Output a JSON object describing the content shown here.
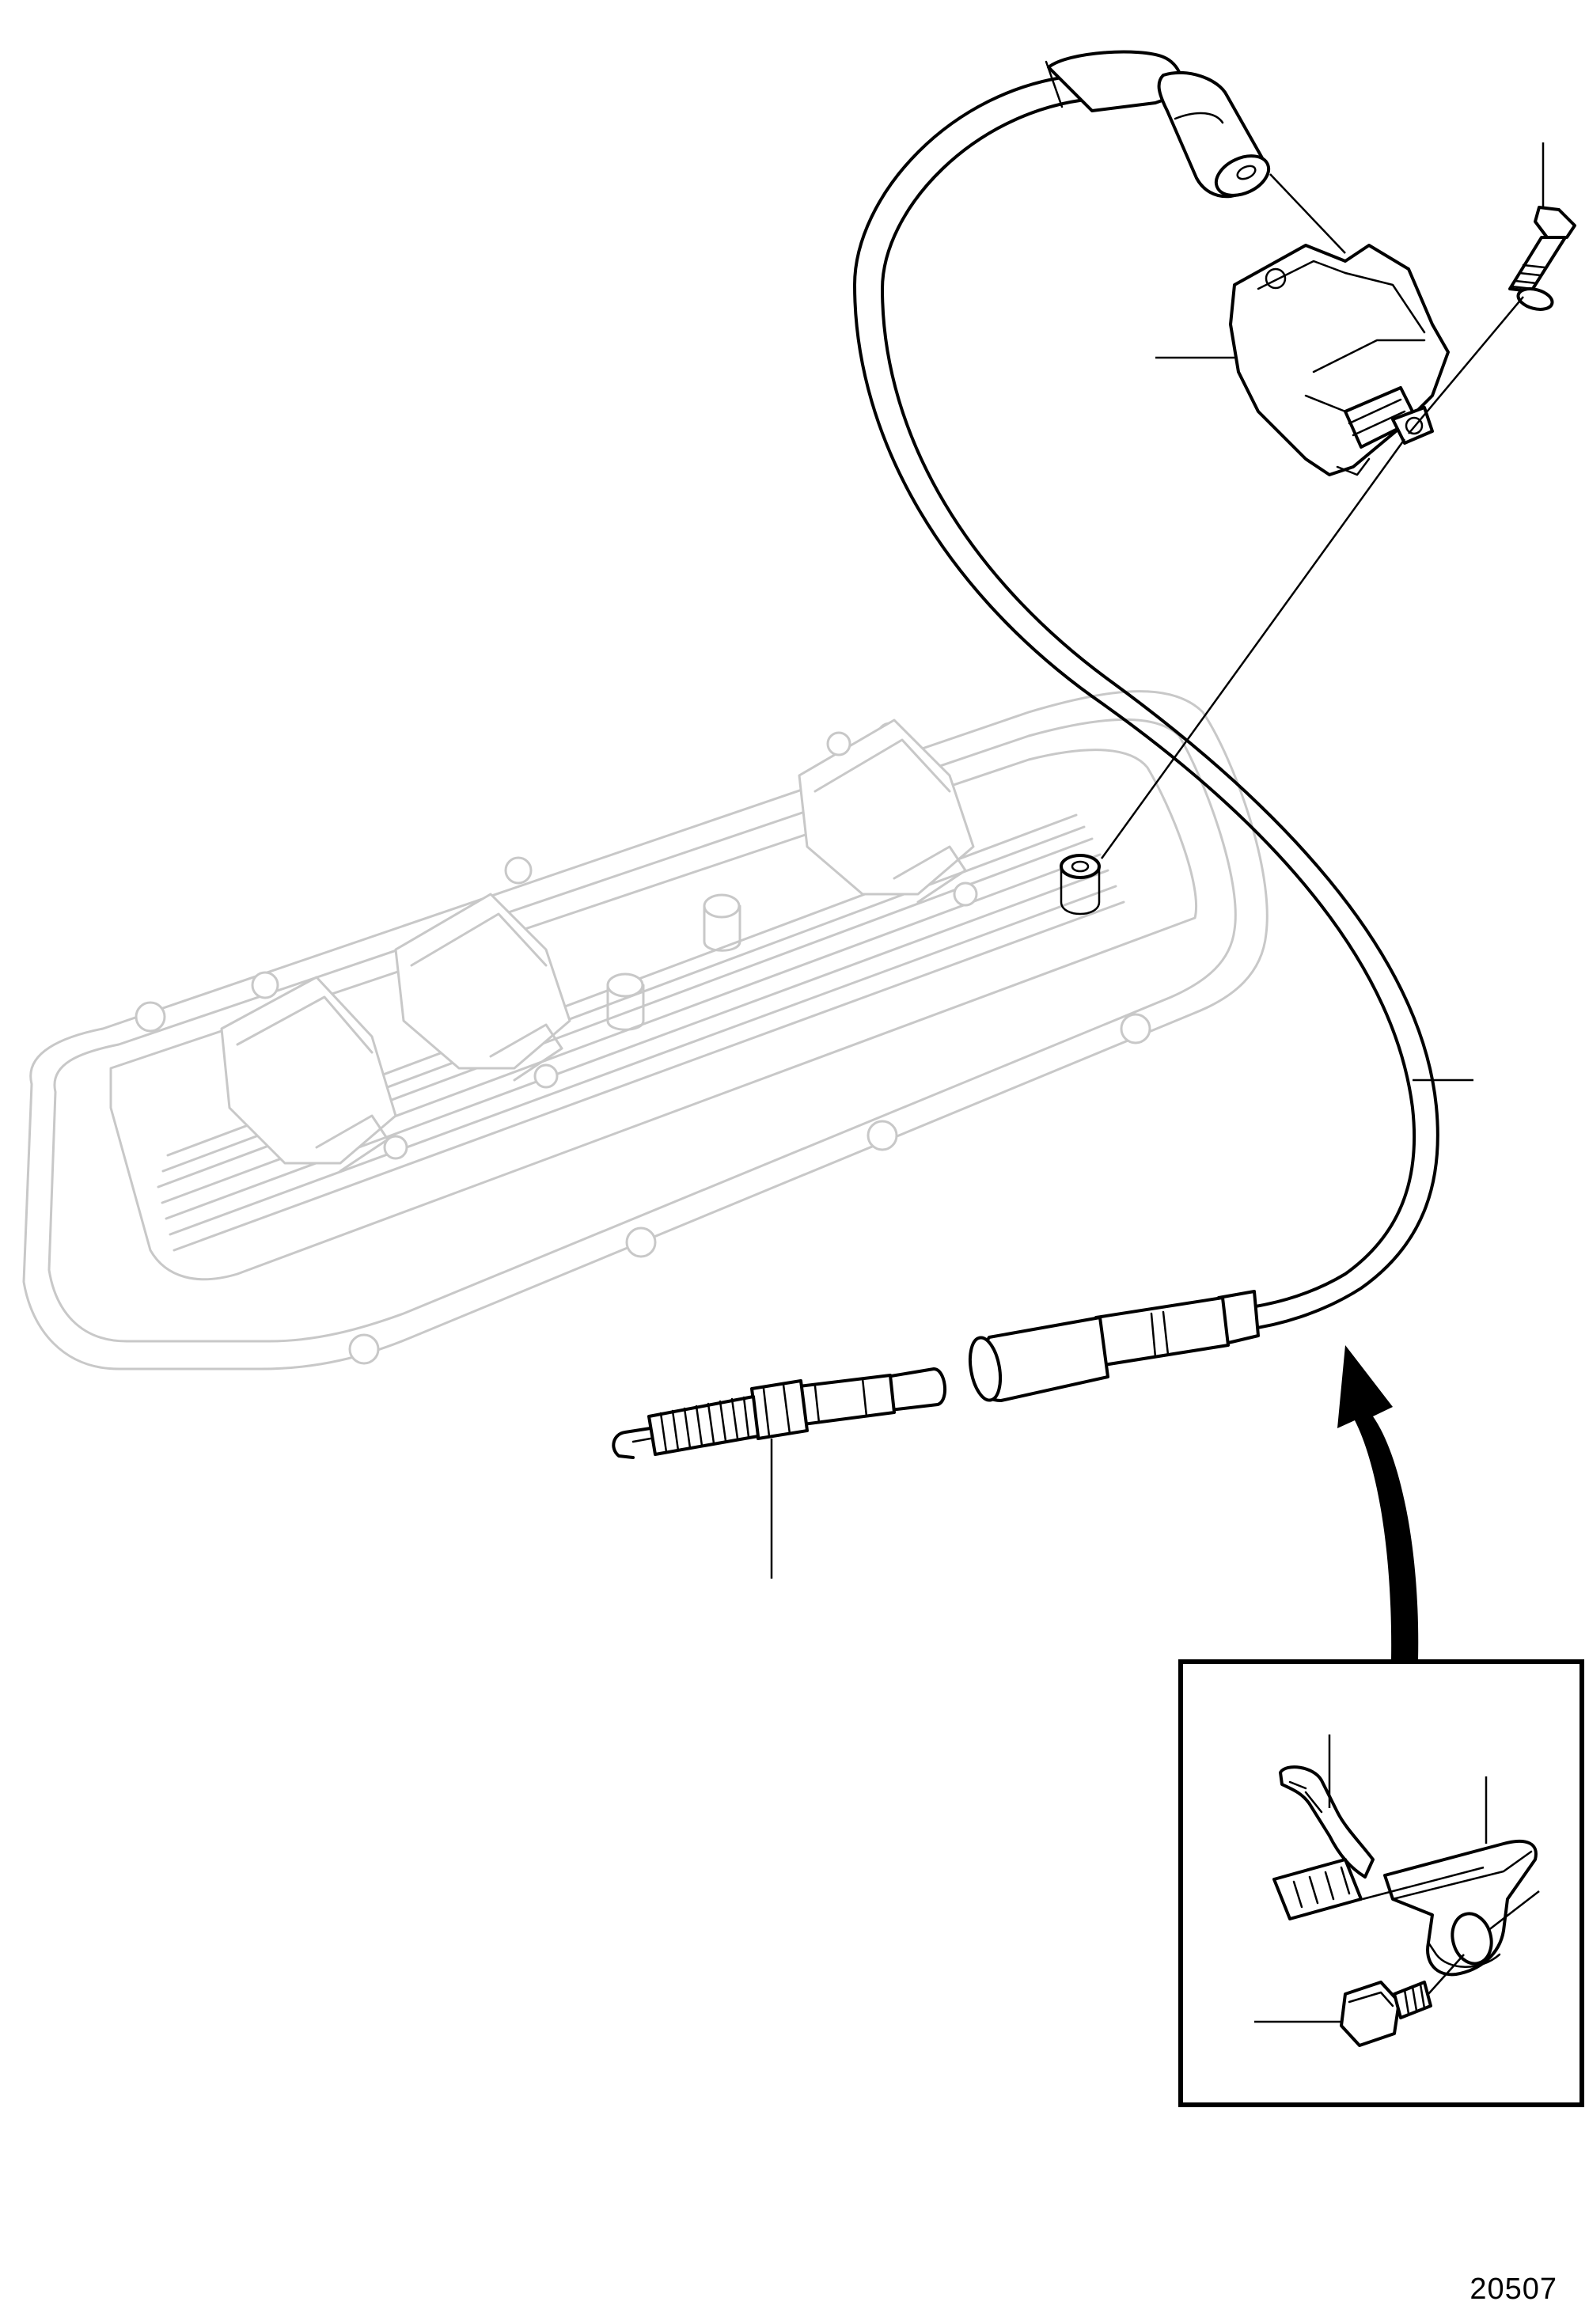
{
  "figure": {
    "number": "20507"
  },
  "parts": {
    "coil_boot": "coil-boot",
    "ignition_coil": "ignition-coil",
    "mounting_bolt": "mounting-bolt",
    "ignition_lead": "ignition-lead",
    "spark_plug": "spark-plug",
    "plug_boot": "spark-plug-boot",
    "valve_cover": "valve-cover",
    "detail_clip": "lead-clip",
    "detail_bracket": "lead-bracket",
    "detail_bolt": "bracket-bolt"
  },
  "colors": {
    "line": "#000000",
    "ghost": "#c8c8c8",
    "background": "#ffffff"
  }
}
